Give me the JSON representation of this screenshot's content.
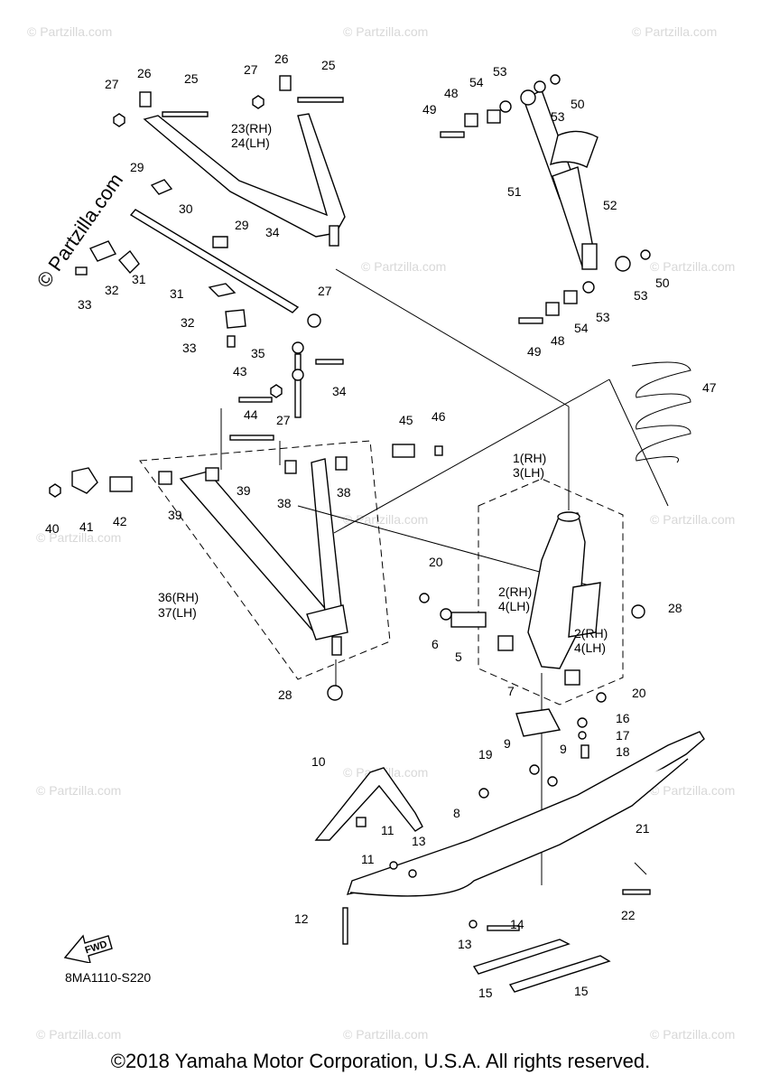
{
  "watermark": "© Partzilla.com",
  "figure_code": "8MA1110-S220",
  "fwd_label": "FWD",
  "copyright": "©2018 Yamaha Motor Corporation, U.S.A. All rights reserved.",
  "callouts": {
    "c1": "1(RH)",
    "c3": "3(LH)",
    "c2a": "2(RH)",
    "c4a": "4(LH)",
    "c2b": "2(RH)",
    "c4b": "4(LH)",
    "c5": "5",
    "c6": "6",
    "c7": "7",
    "c8": "8",
    "c9a": "9",
    "c9b": "9",
    "c10": "10",
    "c11a": "11",
    "c11b": "11",
    "c12": "12",
    "c13a": "13",
    "c13b": "13",
    "c14": "14",
    "c15a": "15",
    "c15b": "15",
    "c16": "16",
    "c17": "17",
    "c18": "18",
    "c19": "19",
    "c20a": "20",
    "c20b": "20",
    "c21": "21",
    "c22": "22",
    "c23": "23(RH)",
    "c24": "24(LH)",
    "c25a": "25",
    "c25b": "25",
    "c26a": "26",
    "c26b": "26",
    "c27a": "27",
    "c27b": "27",
    "c27c": "27",
    "c27d": "27",
    "c28a": "28",
    "c28b": "28",
    "c29a": "29",
    "c29b": "29",
    "c30": "30",
    "c31a": "31",
    "c31b": "31",
    "c32a": "32",
    "c32b": "32",
    "c33a": "33",
    "c33b": "33",
    "c34a": "34",
    "c34b": "34",
    "c35": "35",
    "c36": "36(RH)",
    "c37": "37(LH)",
    "c38a": "38",
    "c38b": "38",
    "c39a": "39",
    "c39b": "39",
    "c40": "40",
    "c41": "41",
    "c42": "42",
    "c43": "43",
    "c44": "44",
    "c45": "45",
    "c46": "46",
    "c47": "47",
    "c48a": "48",
    "c48b": "48",
    "c49a": "49",
    "c49b": "49",
    "c50a": "50",
    "c50b": "50",
    "c51": "51",
    "c52": "52",
    "c53a": "53",
    "c53b": "53",
    "c53c": "53",
    "c53d": "53",
    "c54a": "54",
    "c54b": "54"
  }
}
